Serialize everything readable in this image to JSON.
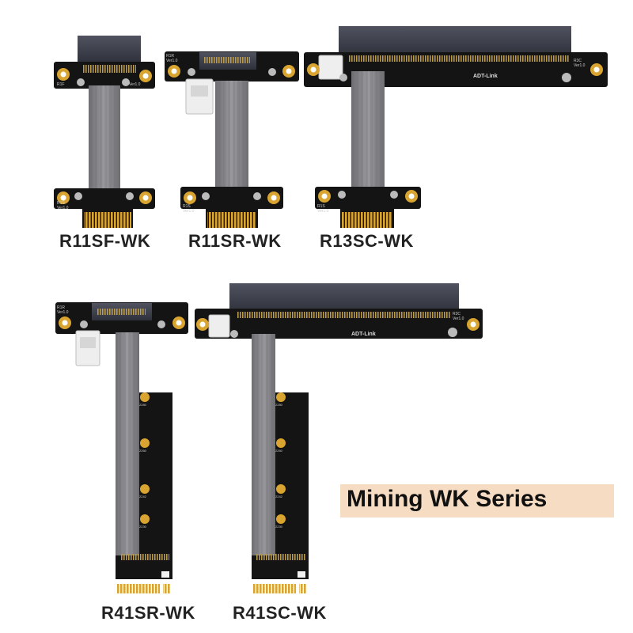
{
  "products": [
    {
      "label": "R11SF-WK",
      "board_marks": [
        "R1F",
        "Ver1.0",
        "R1S",
        "Ver1.0"
      ]
    },
    {
      "label": "R11SR-WK",
      "board_marks": [
        "R1R",
        "Ver1.0",
        "R1S",
        "Ver1.0"
      ]
    },
    {
      "label": "R13SC-WK",
      "board_marks": [
        "R3C",
        "Ver1.0",
        "ADT-Link",
        "R1S",
        "Ver1.0"
      ]
    },
    {
      "label": "R41SR-WK",
      "board_marks": [
        "R1R",
        "Ver1.0",
        "2280",
        "2260",
        "2242",
        "2230"
      ]
    },
    {
      "label": "R41SC-WK",
      "board_marks": [
        "R3C",
        "Ver1.0",
        "ADT-Link",
        "2280",
        "2260",
        "2242",
        "2230"
      ]
    }
  ],
  "series_title": "Mining WK Series",
  "colors": {
    "pcb": "#141414",
    "gold": "#d9a530",
    "slot": "#3c3f4c",
    "cable": "#8a8a8e",
    "badge": "#f7dcc4"
  }
}
